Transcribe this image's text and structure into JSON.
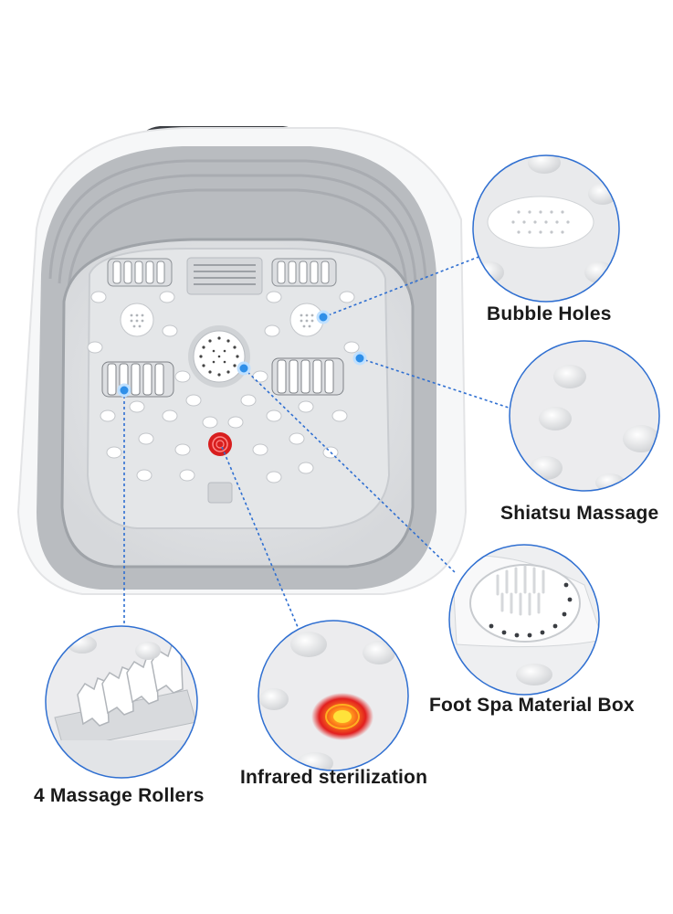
{
  "features": {
    "bubble_holes": "Bubble Holes",
    "shiatsu_massage": "Shiatsu Massage",
    "material_box": "Foot Spa Material Box",
    "infrared": "Infrared sterilization",
    "rollers": "4 Massage Rollers"
  },
  "colors": {
    "leader_line": "#2f6fd1",
    "dot": "#2f8fe8",
    "infrared_red": "#e02020",
    "infrared_core": "#ffd21a",
    "basin_gray": "#c7c9cc",
    "panel_gray": "#e9eaec"
  }
}
